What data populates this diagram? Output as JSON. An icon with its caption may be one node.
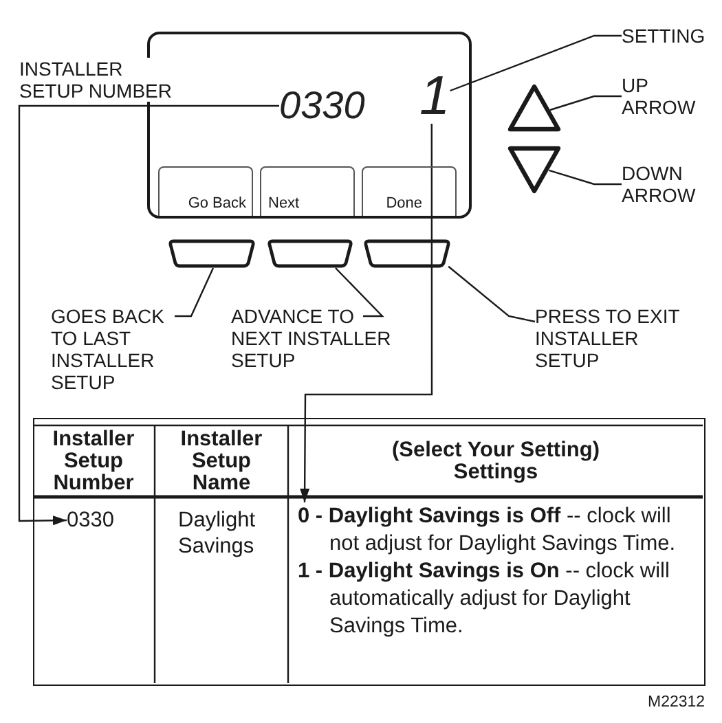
{
  "diagram": {
    "nodes": [
      {
        "text": [],
        "shape": "box"
      },
      {
        "text": [
          "0330"
        ],
        "in": 0
      },
      {
        "text": [
          "1"
        ],
        "in": 0
      },
      {
        "text": [
          "Go Back"
        ],
        "in": 0
      },
      {
        "text": [
          "Next"
        ],
        "in": 0
      },
      {
        "text": [
          "Done"
        ],
        "in": 0
      },
      {
        "text": [
          "SETTING"
        ]
      },
      {
        "text": [],
        "shape": "triangle"
      },
      {
        "text": [
          "UP ARROW"
        ]
      },
      {
        "text": [],
        "shape": "triangle"
      },
      {
        "text": [
          "DOWN ARROW"
        ]
      },
      {
        "text": [],
        "shape": "trapezoid"
      },
      {
        "text": [],
        "shape": "trapezoid"
      },
      {
        "text": [],
        "shape": "trapezoid"
      },
      {
        "text": [
          "GOES BACK TO LAST INSTALLER SETUP"
        ]
      },
      {
        "text": [
          "ADVANCE TO NEXT INSTALLER SETUP"
        ]
      },
      {
        "text": [
          "PRESS TO EXIT INSTALLER SETUP"
        ]
      },
      {
        "text": [],
        "shape": "table"
      },
      {
        "text": [
          "Installer Setup Number"
        ],
        "in": 17
      },
      {
        "text": [
          "Installer Setup Name"
        ],
        "in": 17
      },
      {
        "text": [
          "(Select Your Setting) Settings"
        ],
        "in": 17
      },
      {
        "text": [
          "0330"
        ],
        "in": 17
      },
      {
        "text": [
          "Daylight Savings"
        ],
        "in": 17
      },
      {
        "text": [
          "**0 - Daylight Savings is Off** -- clock will not adjust for Daylight Savings Time.",
          "**1 - Daylight Savings is On** -- clock will automatically adjust for Daylight Savings Time."
        ],
        "in": 17
      }
    ],
    "edges": [
      {
        "from": 1,
        "to": 21,
        "arrow": "to",
        "label": "INSTALLER SETUP NUMBER"
      },
      {
        "from": 6,
        "to": 2,
        "arrow": "none"
      },
      {
        "from": 2,
        "to": 23,
        "arrow": "to"
      },
      {
        "from": 8,
        "to": 7,
        "arrow": "none"
      },
      {
        "from": 10,
        "to": 9,
        "arrow": "none"
      },
      {
        "from": 14,
        "to": 11,
        "arrow": "none"
      },
      {
        "from": 15,
        "to": 12,
        "arrow": "none"
      },
      {
        "from": 16,
        "to": 13,
        "arrow": "none"
      }
    ],
    "labels": [
      "M22312"
    ]
  }
}
